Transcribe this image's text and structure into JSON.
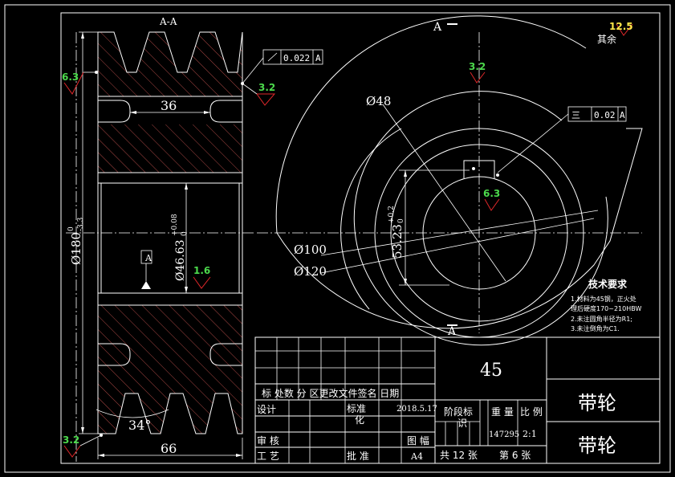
{
  "section_view": {
    "title": "A-A",
    "dim_width": "36",
    "dim_bore": "Ø46.63",
    "dim_bore_tol_upper": "+0.08",
    "dim_bore_tol_lower": "0",
    "dim_outer": "Ø180",
    "dim_outer_tol_upper": "0",
    "dim_outer_tol_lower": "-3.3",
    "dim_angle": "34°",
    "dim_total_width": "66",
    "runout_tol": "0.022",
    "runout_datum": "A",
    "datum_label": "A",
    "rough_left_top": "6.3",
    "rough_right_top": "3.2",
    "rough_bore": "1.6",
    "rough_bottom_left": "3.2"
  },
  "front_view": {
    "section_marker_top": "A",
    "section_marker_bottom": "A",
    "dim_d48": "Ø48",
    "dim_d100": "Ø100",
    "dim_d120": "Ø120",
    "dim_keyway": "53.23",
    "dim_keyway_tol_upper": "+0.2",
    "dim_keyway_tol_lower": "0",
    "sym_tol": "0.02",
    "sym_datum": "A",
    "sym_symbol": "三",
    "rough_key_top": "3.2",
    "rough_key_side": "6.3",
    "rough_rest": "12.5",
    "rough_rest_label": "其余"
  },
  "tech_req": {
    "heading": "技术要求",
    "lines": [
      "1.材料为45钢，正火处",
      "理后硬度170~210HBW",
      "2.未注圆角半径为R1;",
      "3.未注倒角为C1."
    ]
  },
  "title_block": {
    "material": "45",
    "part_name_1": "带轮",
    "part_name_2": "带轮",
    "rev_header": "标 处数 分 区更改文件签名 日期",
    "designer_label": "设计",
    "standard_label": "标准",
    "standard_label_2": "化",
    "design_date": "2018.5.17",
    "stage_label": "阶段标",
    "stage_label_2": "识",
    "weight_label": "重 量",
    "scale_label": "比 例",
    "weight_value": "147295",
    "scale_value": "2:1",
    "review_label": "审 核",
    "process_label": "工 艺",
    "approve_label": "批 准",
    "frame_label": "图 幅",
    "frame_value": "A4",
    "sheets_total": "共 12 张",
    "sheet_no": "第 6 张"
  }
}
